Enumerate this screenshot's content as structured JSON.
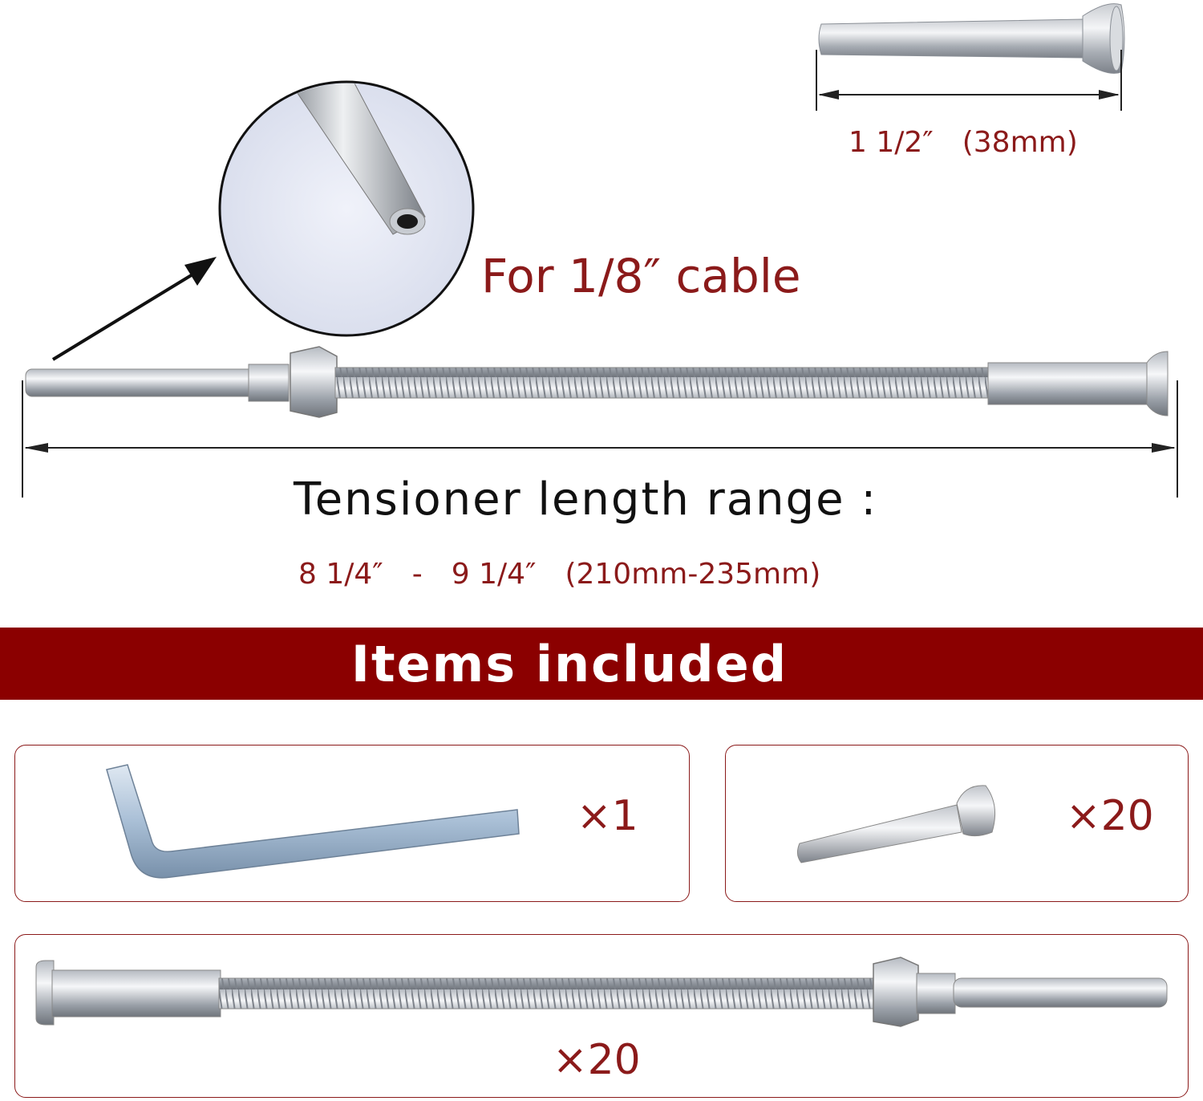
{
  "spec": {
    "fitting_length": "1 1/2″　(38mm)",
    "cable_note": "For  1/8″ cable",
    "range_title": "Tensioner length range :",
    "range_value": "8 1/4″　-　9 1/4″　(210mm-235mm)"
  },
  "banner": {
    "title": "Items included"
  },
  "items": [
    {
      "name": "hex key",
      "quantity": "×1"
    },
    {
      "name": "swage stud end",
      "quantity": "×20"
    },
    {
      "name": "tensioner assembly",
      "quantity": "×20"
    }
  ],
  "colors": {
    "accent": "#8b0000",
    "text_red": "#8b1a1a",
    "text_dark": "#111111"
  }
}
